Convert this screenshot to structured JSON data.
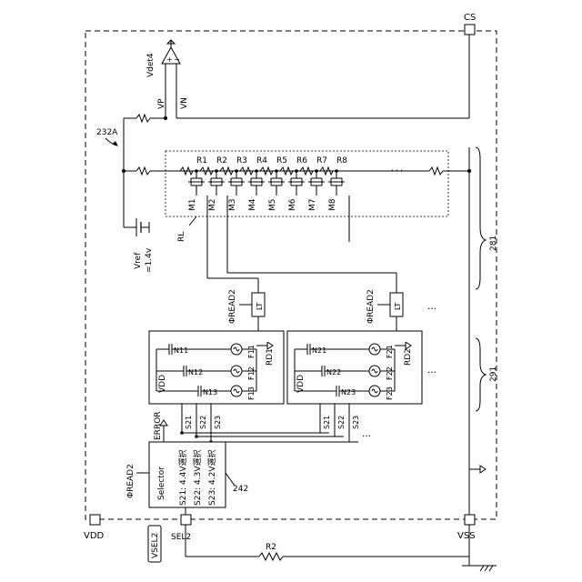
{
  "labels": {
    "cs": "CS",
    "vdd_pin": "VDD",
    "vss": "VSS",
    "sel2": "SEL2",
    "vsel2": "VSEL2",
    "r2": "R2",
    "vdet4": "Vdet4",
    "vp": "VP",
    "vn": "VN",
    "ref_232a": "232A",
    "vref": "Vref",
    "vref_val": "=1.4v",
    "rl": "RL",
    "ref_281": "281",
    "ref_291": "291",
    "ref_242": "242",
    "phi_read2_a": "ΦREAD2",
    "phi_read2_b": "ΦREAD2",
    "phi_read2_sel": "ΦREAD2",
    "lt_a": "LT",
    "lt_b": "LT",
    "error": "ERROR",
    "selector": "Selector",
    "sel_s21": "S21: 4.4V選択",
    "sel_s22": "S22: 4.3V選択",
    "sel_s23": "S23: 4.2V選択",
    "vdd_box1": "VDD",
    "vdd_box2": "VDD",
    "rd1": "RD1",
    "rd2": "RD2",
    "ellipsis": "…"
  },
  "resistors": [
    "R1",
    "R2",
    "R3",
    "R4",
    "R5",
    "R6",
    "R7",
    "R8"
  ],
  "mosfets": [
    "M1",
    "M2",
    "M3",
    "M4",
    "M5",
    "M6",
    "M7",
    "M8"
  ],
  "cell1": {
    "n": [
      "N11",
      "N12",
      "N13"
    ],
    "f": [
      "F11",
      "F12",
      "F13"
    ],
    "s": [
      "S21",
      "S22",
      "S23"
    ]
  },
  "cell2": {
    "n": [
      "N21",
      "N22",
      "N23"
    ],
    "f": [
      "F21",
      "F22",
      "F23"
    ],
    "s": [
      "S21",
      "S22",
      "S23"
    ]
  }
}
